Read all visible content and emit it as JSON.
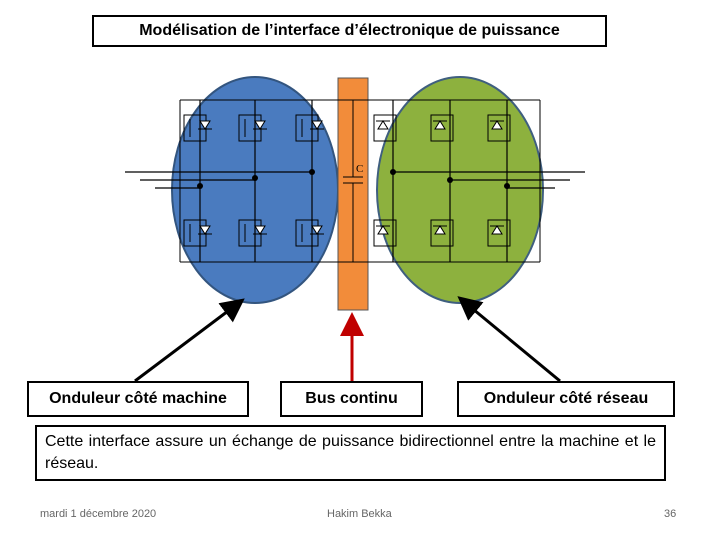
{
  "title": "Modélisation de l’interface d’électronique de puissance",
  "labels": {
    "machine_side": "Onduleur côté machine",
    "dc_bus": "Bus continu",
    "grid_side": "Onduleur côté réseau",
    "capacitor": "C"
  },
  "note": "Cette interface assure un échange de puissance bidirectionnel entre la machine et le réseau.",
  "footer": {
    "date": "mardi 1 décembre 2020",
    "author": "Hakim Bekka",
    "page": "36"
  },
  "colors": {
    "machine_ellipse": "#4a7bbf",
    "grid_ellipse": "#8db13e",
    "dc_bus_bar": "#f28c3a",
    "arrow_red": "#c00000"
  }
}
